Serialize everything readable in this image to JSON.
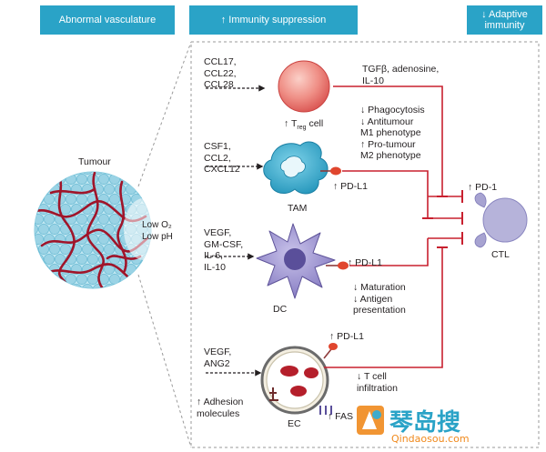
{
  "headers": {
    "abnormal": "Abnormal vasculature",
    "immunity": "↑ Immunity suppression",
    "adaptive": "↓ Adaptive\nimmunity"
  },
  "tumour": {
    "title": "Tumour",
    "conditions": "Low O₂\nLow pH"
  },
  "rows": {
    "treg": {
      "signals": "CCL17,\nCCL22,\nCCL28",
      "cell_label_prefix": "↑ T",
      "cell_label_sub": "reg",
      "cell_label_suffix": " cell",
      "effect": "TGFβ, adenosine,\nIL-10"
    },
    "tam": {
      "signals": "CSF1,\nCCL2,\nCXCL12",
      "cell_label": "TAM",
      "pdl1": "↑ PD-L1",
      "effect": "↓ Phagocytosis\n↓ Antitumour\n   M1 phenotype\n↑ Pro-tumour\n   M2 phenotype"
    },
    "dc": {
      "signals": "VEGF,\nGM-CSF,\nIL-6,\nIL-10",
      "cell_label": "DC",
      "pdl1": "↑ PD-L1",
      "effect": "↓ Maturation\n↓ Antigen\n   presentation"
    },
    "ec": {
      "signals": "VEGF,\nANG2",
      "cell_label": "EC",
      "pdl1": "↑ PD-L1",
      "effect": "↓ T cell\n   infiltration",
      "adhesion": "↑ Adhesion\nmolecules",
      "fas": "↑ FAS"
    }
  },
  "ctl": {
    "label": "CTL",
    "pd1": "↑ PD-1"
  },
  "watermark": {
    "chinese": "琴岛搜",
    "url": "Qindaosou.com"
  },
  "colors": {
    "header_bg": "#2aa3c7",
    "inhibit_line": "#c8202f",
    "tumour_blue": "#7cc6dc",
    "vessel_red": "#a0152a",
    "treg_fill": "#e8706f",
    "tam_fill": "#2aa3c7",
    "dc_fill": "#8a80c4",
    "ctl_fill": "#b6b3da",
    "pdl1_orange": "#e0462e"
  },
  "icons": {
    "treg": "treg-cell-icon",
    "tam": "macrophage-icon",
    "dc": "dendritic-cell-icon",
    "ec": "endothelial-cell-icon",
    "ctl": "t-cell-icon",
    "tumour": "tumour-mass-icon",
    "watermark": "watermark-logo-icon"
  }
}
